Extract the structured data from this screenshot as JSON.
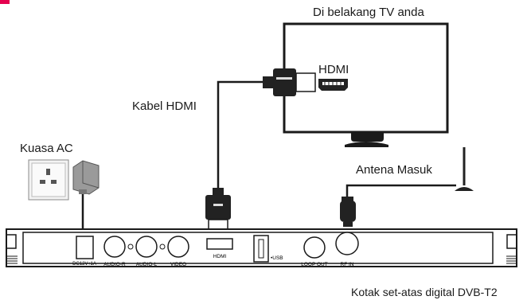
{
  "labels": {
    "tv_back": "Di belakang TV anda",
    "tv_hdmi": "HDMI",
    "hdmi_cable": "Kabel HDMI",
    "ac_power": "Kuasa AC",
    "antenna_in": "Antena Masuk",
    "stb": "Kotak set-atas digital DVB-T2"
  },
  "ports": {
    "dc": "DC12V↑1A",
    "audio_r": "AUDIO-R",
    "audio_l": "AUDIO-L",
    "video": "VIDEO",
    "hdmi": "HDMI",
    "usb": "•USB",
    "loop_out": "LOOP OUT",
    "rf_in": "RF IN"
  },
  "colors": {
    "accent": "#e5004f",
    "line": "#1a1a1a",
    "connector": "#222222",
    "plug_gray": "#9a9a9a"
  },
  "icons": [
    "tv-icon",
    "hdmi-port-icon",
    "hdmi-plug-icon",
    "wall-socket-icon",
    "power-adapter-icon",
    "antenna-icon",
    "set-top-box-icon"
  ]
}
